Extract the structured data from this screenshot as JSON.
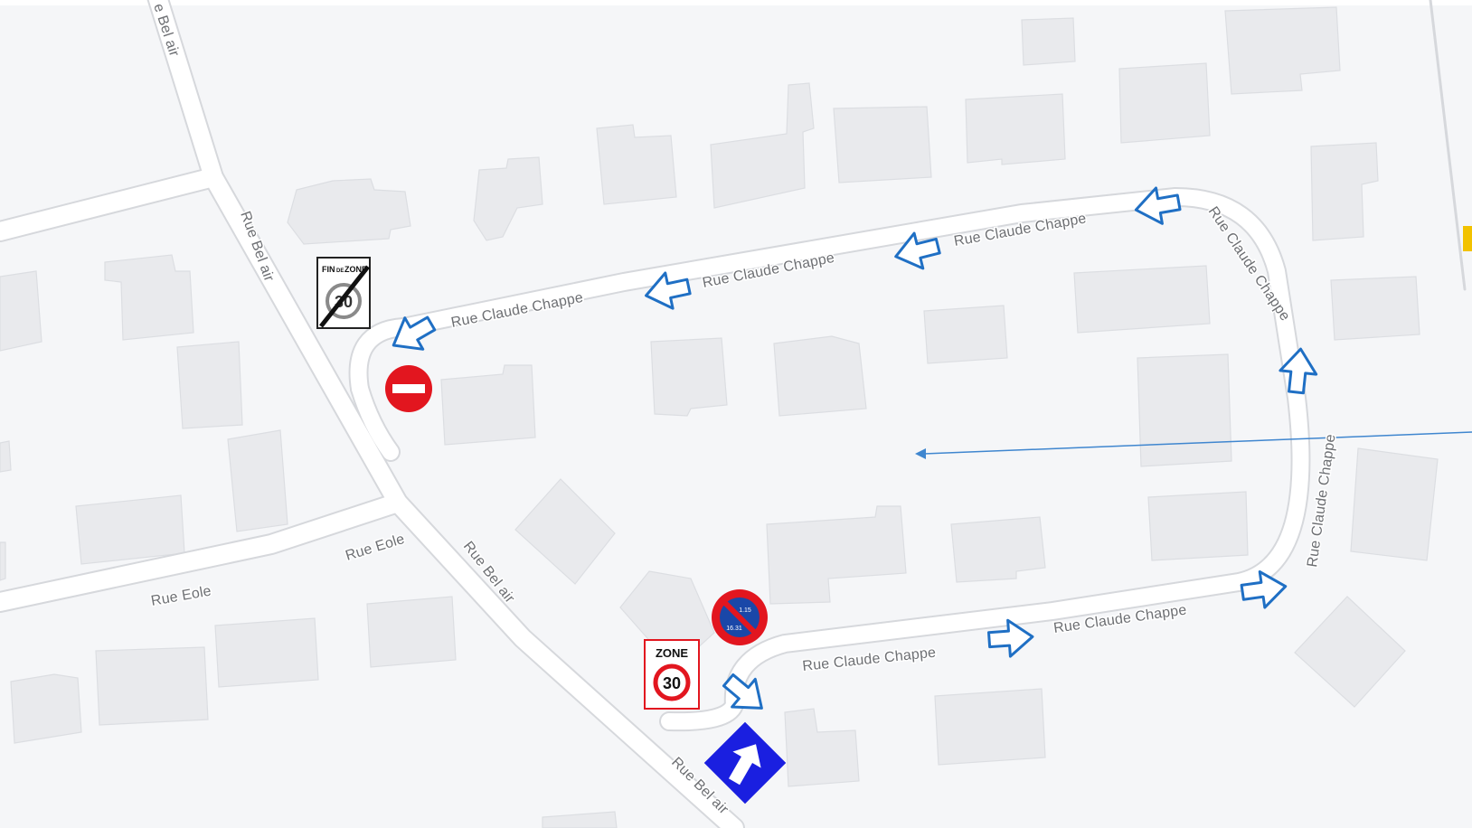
{
  "map": {
    "background_color": "#f5f6f8",
    "building_color": "#e9eaed",
    "road_color": "#ffffff",
    "road_casing_color": "#d6d8dc",
    "label_color": "#6d6f73",
    "arrow_color": "#1f6fc4"
  },
  "labels": {
    "bel_air_top": "e Bel air",
    "bel_air_1": "Rue Bel air",
    "bel_air_2": "Rue Bel air",
    "bel_air_3": "Rue Bel air",
    "eole_1": "Rue Eole",
    "eole_2": "Rue Eole",
    "chappe_1": "Rue Claude Chappe",
    "chappe_2": "Rue Claude Chappe",
    "chappe_3": "Rue Claude Chappe",
    "chappe_4": "Rue Claude Chappe",
    "chappe_5": "Rue Claude Chappe",
    "chappe_6": "Rue Claude Chappe",
    "chappe_7": "Rue Claude Chappe"
  },
  "signs": {
    "end_zone": {
      "line1": "FIN",
      "line2": "DE",
      "line3": "ZONE",
      "limit": "30"
    },
    "zone_30": {
      "title": "ZONE",
      "limit": "30"
    },
    "no_parking": {
      "top": "1.15",
      "bottom": "16.31"
    },
    "no_entry": "no-entry-sign",
    "one_way": "one-way-street-sign"
  }
}
